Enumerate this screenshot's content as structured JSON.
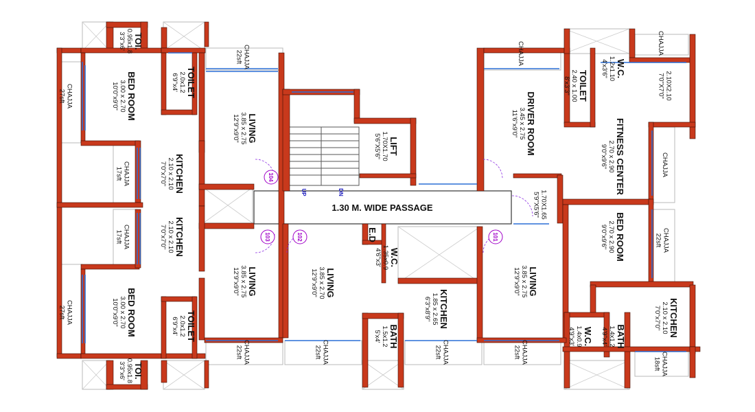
{
  "plan": {
    "passage": "1.30 M. WIDE PASSAGE",
    "stairs": {
      "up": "UP",
      "down": "DN"
    },
    "colors": {
      "wall": "#c8391c",
      "wall_edge": "#3a0f05",
      "window": "#2a6fd6",
      "door_arc": "#8a2be2",
      "unit_tag": "#a000c8",
      "stair_text": "#2020c0"
    },
    "units": [
      "104",
      "103",
      "102",
      "101"
    ],
    "rooms": [
      {
        "name": "TOI.",
        "dims": [
          "0.95x1.8",
          "3'3\"x6'"
        ]
      },
      {
        "name": "BED ROOM",
        "dims": [
          "3.00 x 2.70",
          "10'0\"x9'0\""
        ]
      },
      {
        "name": "TOILET",
        "dims": [
          "2.0x1.2",
          "6'9\"x4'"
        ]
      },
      {
        "name": "CHAJJA",
        "dims": [
          "22sft"
        ]
      },
      {
        "name": "LIVING",
        "dims": [
          "3.85 x 2.75",
          "12'9\"x9'0\""
        ]
      },
      {
        "name": "CHAJJA",
        "dims": [
          "27sft"
        ]
      },
      {
        "name": "KITCHEN",
        "dims": [
          "2.10 x 2.10",
          "7'0\"x7'0\""
        ]
      },
      {
        "name": "CHAJJA",
        "dims": [
          "17sft"
        ]
      },
      {
        "name": "LIFT",
        "dims": [
          "1.70X1.70",
          "5'6\"X5'6\""
        ]
      },
      {
        "name": "CHAJJA",
        "dims": []
      },
      {
        "name": "DRIVER ROOM",
        "dims": [
          "3.45 x 2.75",
          "11'6\"x9'0\""
        ]
      },
      {
        "name": "TOILET",
        "dims": [
          "2.40 x 1.00",
          "8'x3'3\""
        ]
      },
      {
        "name": "W.C.",
        "dims": [
          "1.2x1.10",
          "4'x3'6\""
        ]
      },
      {
        "name": "CHAJJA",
        "dims": []
      },
      {
        "name": "",
        "dims": [
          "2.10X2.10",
          "7'0\"X7'0\""
        ]
      },
      {
        "name": "FITNESS CENTER",
        "dims": [
          "2.70 x 2.90",
          "9'0\"x9'6\""
        ]
      },
      {
        "name": "CHAJJA",
        "dims": []
      },
      {
        "name": "",
        "dims": [
          "1.70X1.65",
          "5'9\"X5'6\""
        ]
      },
      {
        "name": "KITCHEN",
        "dims": [
          "2.10 x 2.10",
          "7'0\"x7'0\""
        ]
      },
      {
        "name": "CHAJJA",
        "dims": [
          "17sft"
        ]
      },
      {
        "name": "E.D",
        "dims": []
      },
      {
        "name": "W.C.",
        "dims": [
          "1.35x0.9",
          "4'6\"x3'"
        ]
      },
      {
        "name": "LIVING",
        "dims": [
          "3.85 x 2.75",
          "12'9\"x9'0\""
        ]
      },
      {
        "name": "LIVING",
        "dims": [
          "3.85 x 2.70",
          "12'9\"x9'0\""
        ]
      },
      {
        "name": "LIVING",
        "dims": [
          "3.85 x 2.75",
          "12'9\"x9'0\""
        ]
      },
      {
        "name": "BED ROOM",
        "dims": [
          "2.70 x 2.90",
          "9'0\"x9'6\""
        ]
      },
      {
        "name": "CHAJJA",
        "dims": [
          "22sft"
        ]
      },
      {
        "name": "CHAJJA",
        "dims": [
          "27sft"
        ]
      },
      {
        "name": "BED ROOM",
        "dims": [
          "3.00 x 2.70",
          "10'0\"x9'0\""
        ]
      },
      {
        "name": "TOILET",
        "dims": [
          "2.0x1.2",
          "6'9\"x4'"
        ]
      },
      {
        "name": "KITCHEN",
        "dims": [
          "1.85 x 2.65",
          "6'3\"x8'9\""
        ]
      },
      {
        "name": "KITCHEN",
        "dims": [
          "2.10 x 2.10",
          "7'0\"x7'0\""
        ]
      },
      {
        "name": "BATH",
        "dims": [
          "1.5x1.2",
          "5'x4'"
        ]
      },
      {
        "name": "W.C.",
        "dims": [
          "1.4x0.9",
          "4'9\"x3'"
        ]
      },
      {
        "name": "BATH",
        "dims": [
          "1.4x1.2",
          "4'9\"x4'"
        ]
      },
      {
        "name": "CHAJJA",
        "dims": [
          "22sft"
        ]
      },
      {
        "name": "CHAJJA",
        "dims": [
          "22sft"
        ]
      },
      {
        "name": "CHAJJA",
        "dims": [
          "22sft"
        ]
      },
      {
        "name": "CHAJJA",
        "dims": [
          "22sft"
        ]
      },
      {
        "name": "TOI.",
        "dims": [
          "0.95x1.8",
          "3'3\"x6'"
        ]
      },
      {
        "name": "CHAJJA",
        "dims": [
          "18sft"
        ]
      }
    ]
  }
}
